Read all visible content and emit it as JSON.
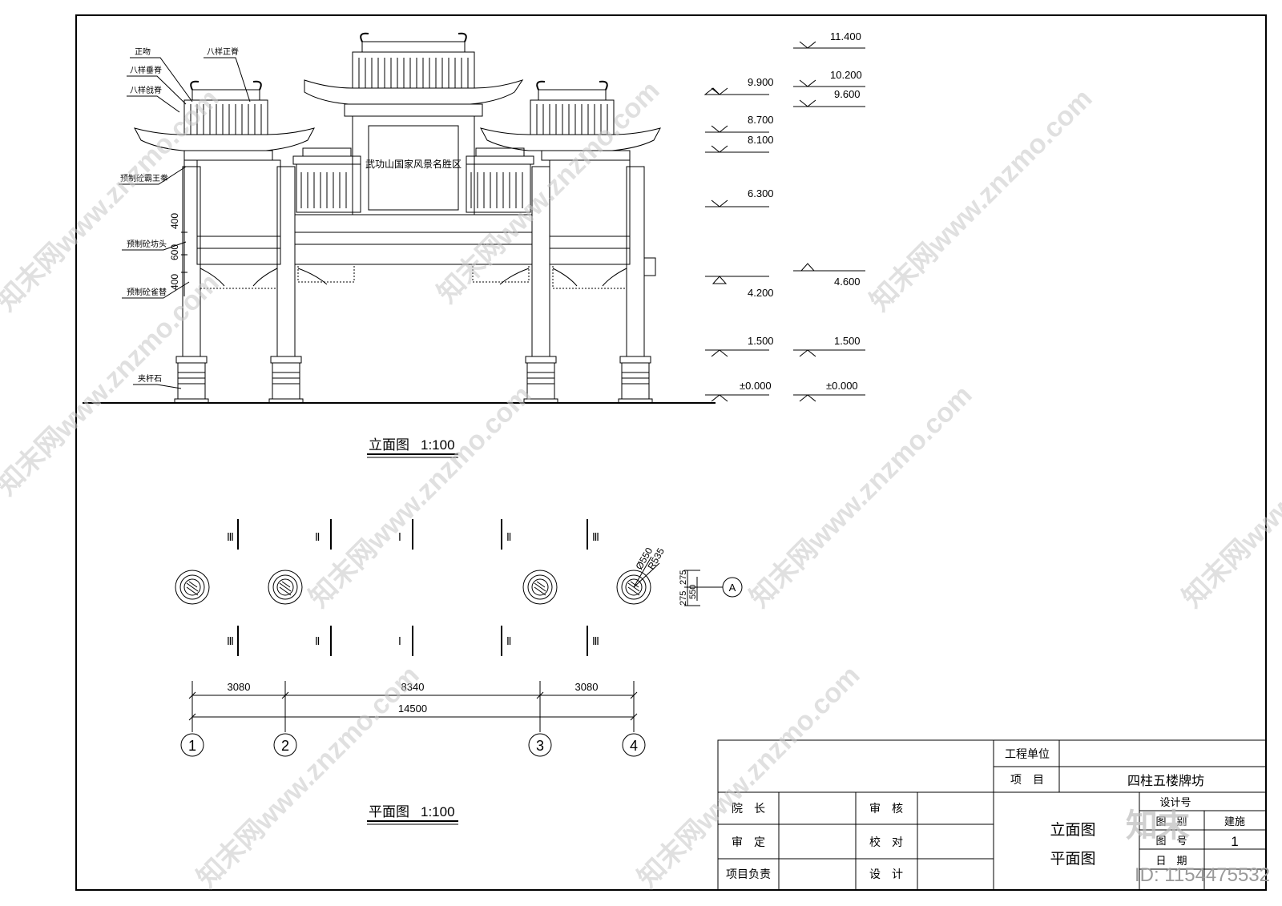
{
  "building_label": "武功山国家风景名胜区",
  "part_labels": [
    "正吻",
    "八样垂脊",
    "八样戗脊",
    "预制砼霸王拳",
    "预制砼坊头",
    "预制砼雀替",
    "夹杆石"
  ],
  "top_ridge_label": "八样正脊",
  "vertical_dims": [
    "400",
    "600",
    "400"
  ],
  "elevations_left": [
    "9.900",
    "8.700",
    "8.100",
    "6.300",
    "4.200",
    "1.500",
    "±0.000"
  ],
  "elevations_right": [
    "11.400",
    "10.200",
    "9.600",
    "4.600",
    "1.500",
    "±0.000"
  ],
  "elevation_title": "立面图",
  "elevation_scale": "1:100",
  "plan_title": "平面图",
  "plan_scale": "1:100",
  "section_marks_top": [
    "Ⅲ",
    "Ⅱ",
    "Ⅰ",
    "Ⅱ",
    "Ⅲ"
  ],
  "section_marks_bottom": [
    "Ⅲ",
    "Ⅱ",
    "Ⅰ",
    "Ⅱ",
    "Ⅲ"
  ],
  "column_dims": [
    "Ø550",
    "R535"
  ],
  "column_side_dims": [
    "275",
    "275",
    "550"
  ],
  "axis_A": "A",
  "spans": [
    "3080",
    "8340",
    "3080"
  ],
  "total_span": "14500",
  "axes": [
    "1",
    "2",
    "3",
    "4"
  ],
  "title_block": {
    "unit_label": "工程单位",
    "project_label": "项　目",
    "project_name": "四柱五楼牌坊",
    "dean": "院　长",
    "approve": "审　定",
    "pm": "项目负责",
    "review": "审　核",
    "check": "校　对",
    "design": "设　计",
    "design_no": "设计号",
    "category_label": "图　别",
    "category": "建施",
    "sheet_label": "图　号",
    "sheet": "1",
    "date_label": "日　期",
    "drawing_names": [
      "立面图",
      "平面图"
    ]
  },
  "watermark": "知末网www.znzmo.com",
  "logo": "知末",
  "id_text": "ID: 1154475532"
}
